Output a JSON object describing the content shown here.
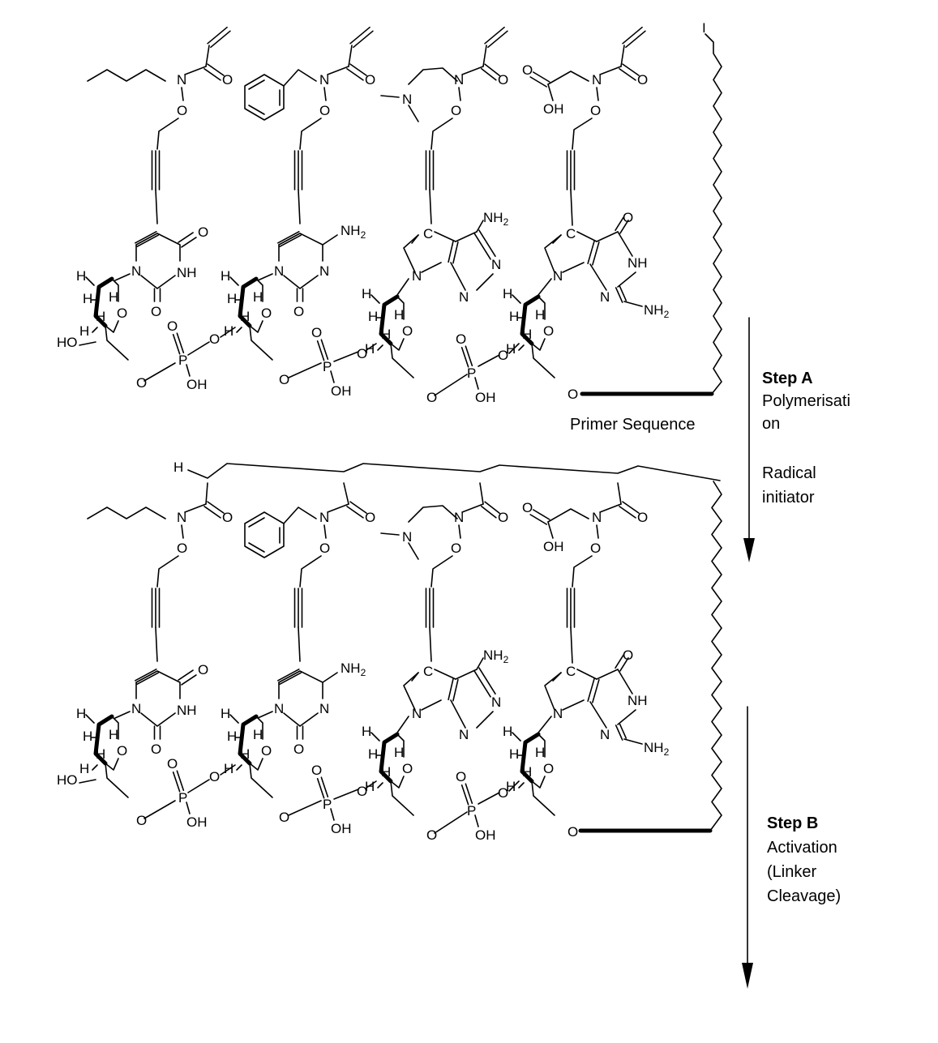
{
  "atoms": {
    "N": "N",
    "O": "O",
    "H": "H",
    "C": "C",
    "P": "P",
    "I": "I",
    "NH": "NH",
    "NH2": "NH",
    "two": "2",
    "OH": "OH",
    "HO": "HO"
  },
  "labels": {
    "primer_sequence": "Primer Sequence"
  },
  "steps": [
    {
      "title": "Step A",
      "lines": [
        "Polymerisati",
        "on",
        "",
        "Radical",
        "initiator"
      ]
    },
    {
      "title": "Step B",
      "lines": [
        "Activation",
        "(Linker",
        "Cleavage)"
      ]
    }
  ]
}
